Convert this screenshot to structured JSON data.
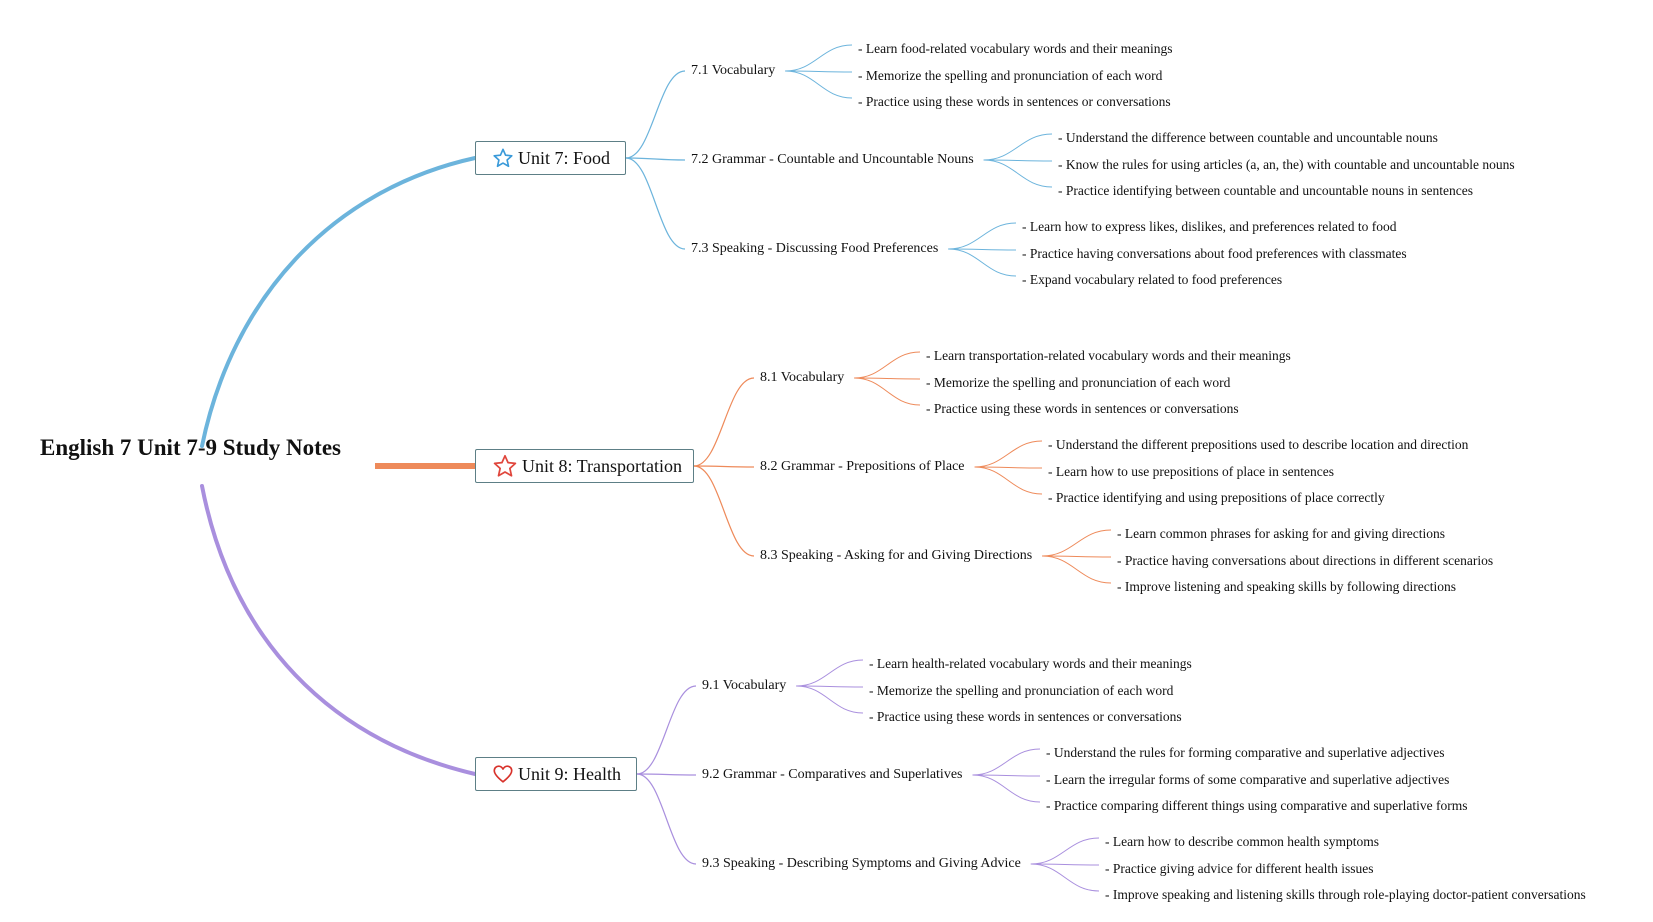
{
  "title": "English 7 Unit 7-9 Study Notes",
  "colors": {
    "unit7": "#6cb4dc",
    "unit8": "#ee8a5a",
    "unit9": "#a98fde",
    "icon7": "#3a9ad9",
    "icon8": "#e0463c",
    "icon9": "#d8322b"
  },
  "units": [
    {
      "label": "Unit 7: Food",
      "icon": "star-outline-icon",
      "topics": [
        {
          "label": "7.1 Vocabulary",
          "points": [
            "- Learn food-related vocabulary words and their meanings",
            "- Memorize the spelling and pronunciation of each word",
            "- Practice using these words in sentences or conversations"
          ]
        },
        {
          "label": "7.2 Grammar - Countable and Uncountable Nouns",
          "points": [
            "- Understand the difference between countable and uncountable nouns",
            "- Know the rules for using articles (a, an, the) with countable and uncountable nouns",
            "- Practice identifying between countable and uncountable nouns in sentences"
          ]
        },
        {
          "label": "7.3 Speaking - Discussing Food Preferences",
          "points": [
            "- Learn how to express likes, dislikes, and preferences related to food",
            "- Practice having conversations about food preferences with classmates",
            "- Expand vocabulary related to food preferences"
          ]
        }
      ]
    },
    {
      "label": "Unit 8: Transportation",
      "icon": "star-outline-icon",
      "topics": [
        {
          "label": "8.1 Vocabulary",
          "points": [
            "- Learn transportation-related vocabulary words and their meanings",
            "- Memorize the spelling and pronunciation of each word",
            "- Practice using these words in sentences or conversations"
          ]
        },
        {
          "label": "8.2 Grammar - Prepositions of Place",
          "points": [
            "- Understand the different prepositions used to describe location and direction",
            "- Learn how to use prepositions of place in sentences",
            "- Practice identifying and using prepositions of place correctly"
          ]
        },
        {
          "label": "8.3 Speaking - Asking for and Giving Directions",
          "points": [
            "- Learn common phrases for asking for and giving directions",
            "- Practice having conversations about directions in different scenarios",
            "- Improve listening and speaking skills by following directions"
          ]
        }
      ]
    },
    {
      "label": "Unit 9: Health",
      "icon": "heart-outline-icon",
      "topics": [
        {
          "label": "9.1 Vocabulary",
          "points": [
            "- Learn health-related vocabulary words and their meanings",
            "- Memorize the spelling and pronunciation of each word",
            "- Practice using these words in sentences or conversations"
          ]
        },
        {
          "label": "9.2 Grammar - Comparatives and Superlatives",
          "points": [
            "- Understand the rules for forming comparative and superlative adjectives",
            "- Learn the irregular forms of some comparative and superlative adjectives",
            "- Practice comparing different things using comparative and superlative forms"
          ]
        },
        {
          "label": "9.3 Speaking - Describing Symptoms and Giving Advice",
          "points": [
            "- Learn how to describe common health symptoms",
            "- Practice giving advice for different health issues",
            "- Improve speaking and listening skills through role-playing doctor-patient conversations"
          ]
        }
      ]
    }
  ]
}
